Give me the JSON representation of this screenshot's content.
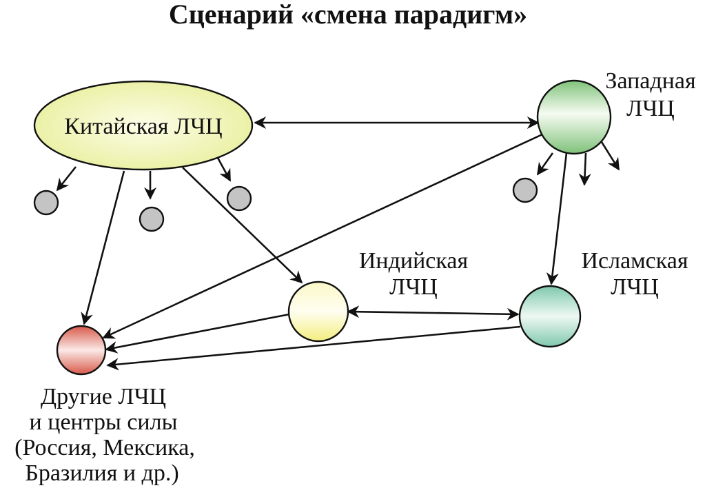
{
  "title": "Сценарий «смена парадигм»",
  "nodes": {
    "chinese": {
      "label": "Китайская ЛЧЦ"
    },
    "western": {
      "label_lines": [
        "Западная",
        "ЛЧЦ"
      ]
    },
    "indian": {
      "label_lines": [
        "Индийская",
        "ЛЧЦ"
      ]
    },
    "islamic": {
      "label_lines": [
        "Исламская",
        "ЛЧЦ"
      ]
    },
    "other": {
      "label_lines": [
        "Другие ЛЧЦ",
        "и центры силы",
        "(Россия, Мексика,",
        "Бразилия и др.)"
      ]
    }
  },
  "edges": [
    {
      "from": "chinese",
      "to": "western",
      "type": "bidirectional"
    },
    {
      "from": "indian",
      "to": "islamic",
      "type": "bidirectional"
    },
    {
      "from": "chinese",
      "to": "other",
      "type": "directed"
    },
    {
      "from": "chinese",
      "to": "indian",
      "type": "directed"
    },
    {
      "from": "western",
      "to": "other",
      "type": "directed"
    },
    {
      "from": "western",
      "to": "islamic",
      "type": "directed"
    },
    {
      "from": "indian",
      "to": "other",
      "type": "directed"
    },
    {
      "from": "islamic",
      "to": "other",
      "type": "directed"
    }
  ],
  "colors": {
    "chinese": "#e8ee9a",
    "western": "#7fc27a",
    "indian": "#f3ee7e",
    "islamic": "#7ec8ad",
    "other": "#d75a4a",
    "minor": "#c4c4c4"
  }
}
